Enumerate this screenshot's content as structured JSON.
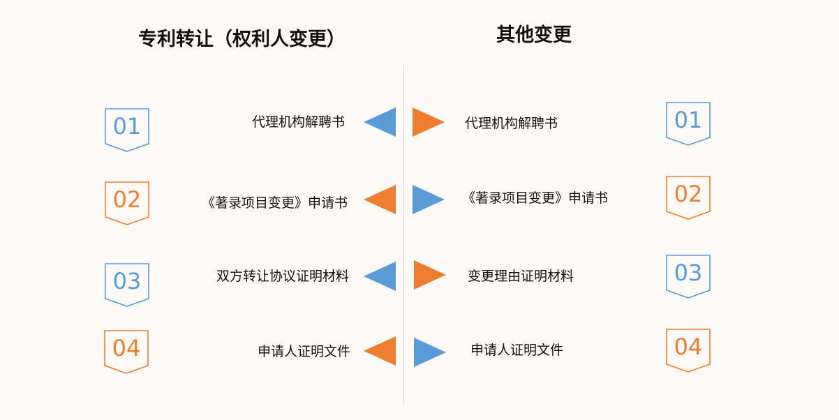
{
  "colors": {
    "blue": "#5b9bd5",
    "orange": "#ed7d31"
  },
  "left": {
    "title": "专利转让（权利人变更）",
    "rows": [
      {
        "number": "01",
        "label": "代理机构解聘书",
        "badge_color": "blue",
        "arrow_color": "blue"
      },
      {
        "number": "02",
        "label": "《著录项目变更》申请书",
        "badge_color": "orange",
        "arrow_color": "orange"
      },
      {
        "number": "03",
        "label": "双方转让协议证明材料",
        "badge_color": "blue",
        "arrow_color": "blue"
      },
      {
        "number": "04",
        "label": "申请人证明文件",
        "badge_color": "orange",
        "arrow_color": "orange"
      }
    ]
  },
  "right": {
    "title": "其他变更",
    "rows": [
      {
        "number": "01",
        "label": "代理机构解聘书",
        "badge_color": "blue",
        "arrow_color": "orange"
      },
      {
        "number": "02",
        "label": "《著录项目变更》申请书",
        "badge_color": "orange",
        "arrow_color": "blue"
      },
      {
        "number": "03",
        "label": "变更理由证明材料",
        "badge_color": "blue",
        "arrow_color": "orange"
      },
      {
        "number": "04",
        "label": "申请人证明文件",
        "badge_color": "orange",
        "arrow_color": "blue"
      }
    ]
  }
}
